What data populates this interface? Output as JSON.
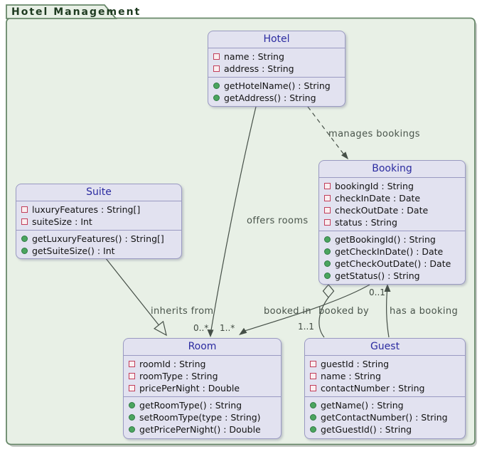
{
  "frame": {
    "title": "Hotel Management"
  },
  "colors": {
    "frame_background": "#e8f0e6",
    "frame_border": "#68886a",
    "frame_title": "#1e3a20",
    "class_fill": "#e2e2f0",
    "class_border": "#9a9ac2",
    "class_title": "#2b2ba0",
    "member_text": "#121212",
    "private_field_icon": "#c13e5a",
    "public_method_icon": "#4ba55f",
    "edge_line": "#454f47",
    "edge_label": "#49544b"
  },
  "classes": [
    {
      "name": "Hotel",
      "attributes": [
        {
          "visibility": "private",
          "text": "name : String"
        },
        {
          "visibility": "private",
          "text": "address : String"
        }
      ],
      "methods": [
        {
          "visibility": "public",
          "text": "getHotelName() : String"
        },
        {
          "visibility": "public",
          "text": "getAddress() : String"
        }
      ]
    },
    {
      "name": "Booking",
      "attributes": [
        {
          "visibility": "private",
          "text": "bookingId : String"
        },
        {
          "visibility": "private",
          "text": "checkInDate : Date"
        },
        {
          "visibility": "private",
          "text": "checkOutDate : Date"
        },
        {
          "visibility": "private",
          "text": "status : String"
        }
      ],
      "methods": [
        {
          "visibility": "public",
          "text": "getBookingId() : String"
        },
        {
          "visibility": "public",
          "text": "getCheckInDate() : Date"
        },
        {
          "visibility": "public",
          "text": "getCheckOutDate() : Date"
        },
        {
          "visibility": "public",
          "text": "getStatus() : String"
        }
      ]
    },
    {
      "name": "Suite",
      "attributes": [
        {
          "visibility": "private",
          "text": "luxuryFeatures : String[]"
        },
        {
          "visibility": "private",
          "text": "suiteSize : Int"
        }
      ],
      "methods": [
        {
          "visibility": "public",
          "text": "getLuxuryFeatures() : String[]"
        },
        {
          "visibility": "public",
          "text": "getSuiteSize() : Int"
        }
      ]
    },
    {
      "name": "Room",
      "attributes": [
        {
          "visibility": "private",
          "text": "roomId : String"
        },
        {
          "visibility": "private",
          "text": "roomType : String"
        },
        {
          "visibility": "private",
          "text": "pricePerNight : Double"
        }
      ],
      "methods": [
        {
          "visibility": "public",
          "text": "getRoomType() : String"
        },
        {
          "visibility": "public",
          "text": "setRoomType(type : String)"
        },
        {
          "visibility": "public",
          "text": "getPricePerNight() : Double"
        }
      ]
    },
    {
      "name": "Guest",
      "attributes": [
        {
          "visibility": "private",
          "text": "guestId : String"
        },
        {
          "visibility": "private",
          "text": "name : String"
        },
        {
          "visibility": "private",
          "text": "contactNumber : String"
        }
      ],
      "methods": [
        {
          "visibility": "public",
          "text": "getName() : String"
        },
        {
          "visibility": "public",
          "text": "getContactNumber() : String"
        },
        {
          "visibility": "public",
          "text": "getGuestId() : String"
        }
      ]
    }
  ],
  "relationships": [
    {
      "label": "manages bookings",
      "from": "Hotel",
      "to": "Booking",
      "style": "dashed-arrow"
    },
    {
      "label": "offers rooms",
      "from": "Hotel",
      "to": "Room",
      "style": "solid-arrow",
      "target_multiplicity": "0..*"
    },
    {
      "label": "inherits from",
      "from": "Suite",
      "to": "Room",
      "style": "generalization"
    },
    {
      "label": "booked in",
      "from": "Booking",
      "to": "Room",
      "style": "solid-arrow",
      "target_multiplicity": "1..*"
    },
    {
      "label": "booked by",
      "from": "Booking",
      "to": "Guest",
      "style": "aggregation",
      "target_multiplicity": "1..1"
    },
    {
      "label": "has a booking",
      "from": "Guest",
      "to": "Booking",
      "style": "solid-arrow",
      "target_multiplicity": "0..1"
    }
  ]
}
